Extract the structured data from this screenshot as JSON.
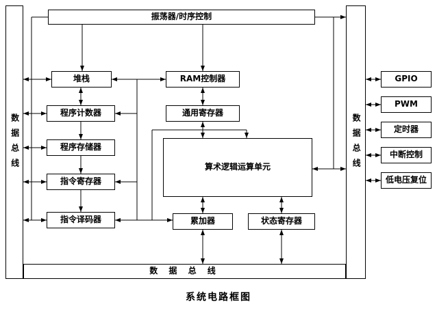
{
  "caption": "系统电路框图",
  "buses": {
    "left": "数据总线",
    "right": "数据总线",
    "bottom": "数 据 总 线"
  },
  "blocks": {
    "oscillator": "振荡器/时序控制",
    "stack": "堆栈",
    "ram_controller": "RAM控制器",
    "program_counter": "程序计数器",
    "general_registers": "通用寄存器",
    "program_memory": "程序存储器",
    "alu": "算术逻辑运算单元",
    "instruction_register": "指令寄存器",
    "instruction_decoder": "指令译码器",
    "accumulator": "累加器",
    "status_register": "状态寄存器"
  },
  "peripherals": [
    "GPIO",
    "PWM",
    "定时器",
    "中断控制",
    "低电压复位"
  ]
}
